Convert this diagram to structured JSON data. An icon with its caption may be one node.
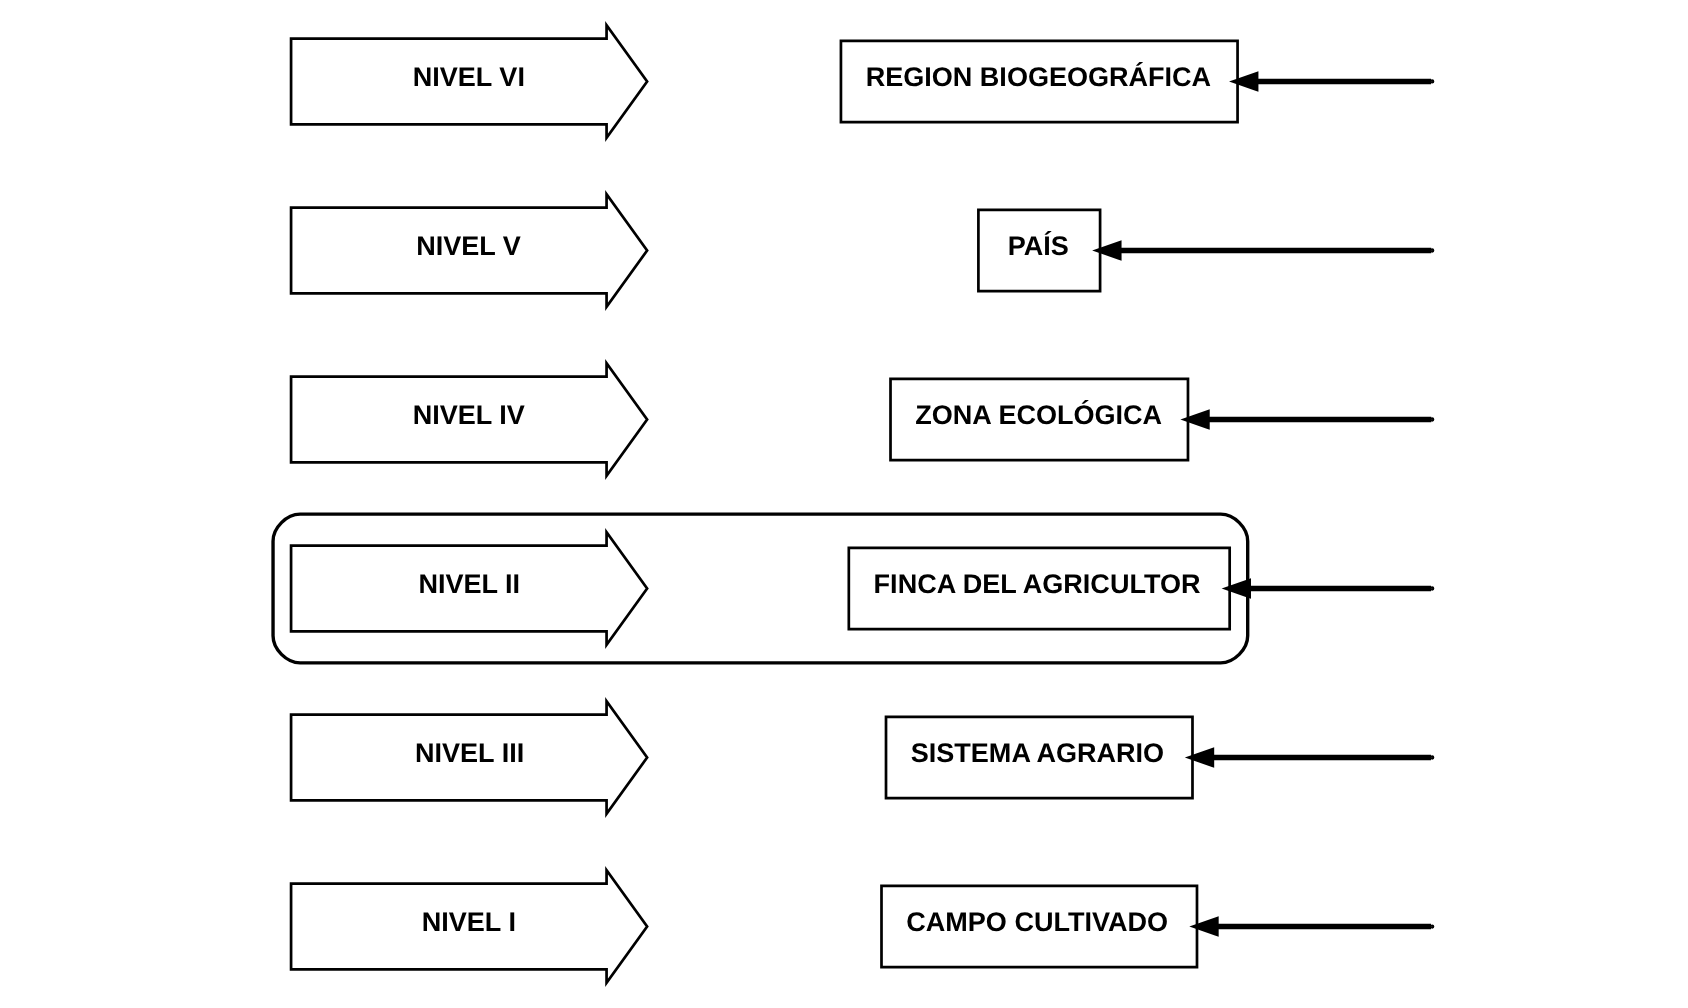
{
  "diagram": {
    "nodes": [
      {
        "text": [
          "NIVEL VI"
        ]
      },
      {
        "text": [
          "REGION BIOGEOGRÁFICA"
        ]
      },
      {
        "text": [
          "NIVEL V"
        ]
      },
      {
        "text": [
          "PAÍS"
        ]
      },
      {
        "text": [
          "NIVEL IV"
        ]
      },
      {
        "text": [
          "ZONA ECOLÓGICA"
        ]
      },
      {
        "text": [],
        "shape": "ellipse"
      },
      {
        "text": [
          "NIVEL III"
        ]
      },
      {
        "text": [
          "SISTEMA AGRARIO"
        ]
      },
      {
        "text": [
          "NIVEL II"
        ],
        "in": 6
      },
      {
        "text": [
          "FINCA DEL AGRICULTOR"
        ],
        "in": 6
      },
      {
        "text": [
          "NIVEL I"
        ]
      },
      {
        "text": [
          "CAMPO CULTIVADO"
        ]
      }
    ],
    "edges": [
      {
        "from": null,
        "to": 1,
        "arrow": "to"
      },
      {
        "from": null,
        "to": 3,
        "arrow": "to"
      },
      {
        "from": null,
        "to": 5,
        "arrow": "to"
      },
      {
        "from": null,
        "to": 8,
        "arrow": "to"
      },
      {
        "from": null,
        "to": 10,
        "arrow": "to"
      },
      {
        "from": null,
        "to": 12,
        "arrow": "to"
      }
    ]
  }
}
